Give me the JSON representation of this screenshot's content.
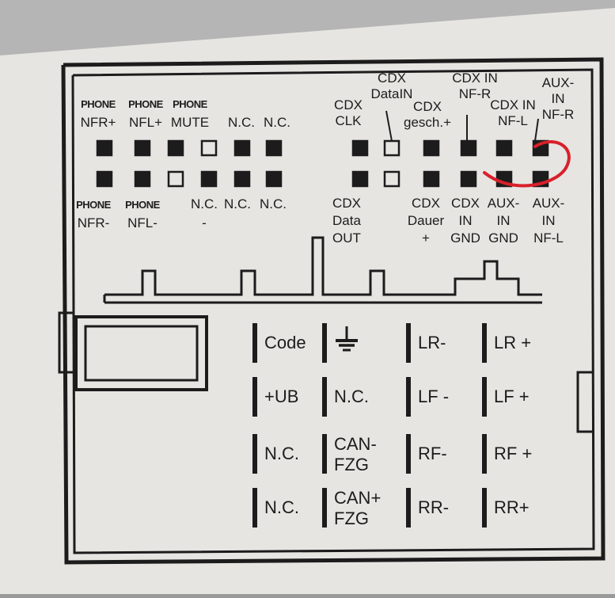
{
  "colors": {
    "paper": "#e9e8e4",
    "ink": "#1c1c1c",
    "marker": "#d9202b"
  },
  "upper_connector": {
    "top_labels": [
      {
        "line1": "PHONE",
        "line2": "NFR+"
      },
      {
        "line1": "PHONE",
        "line2": "NFL+"
      },
      {
        "line1": "PHONE",
        "line2": "MUTE"
      },
      {
        "line1": "",
        "line2": "N.C."
      },
      {
        "line1": "",
        "line2": "N.C."
      }
    ],
    "bottom_labels": [
      {
        "line1": "PHONE",
        "line2": "NFR-"
      },
      {
        "line1": "PHONE",
        "line2": "NFL-"
      },
      {
        "line1": "N.C.",
        "line2": "-"
      },
      {
        "line1": "N.C.",
        "line2": ""
      },
      {
        "line1": "N.C.",
        "line2": ""
      }
    ],
    "cdx_top": [
      {
        "lines": [
          "CDX",
          "CLK"
        ]
      },
      {
        "lines": [
          "CDX",
          "DataIN"
        ]
      },
      {
        "lines": [
          "CDX",
          "gesch.+"
        ]
      },
      {
        "lines": [
          "CDX IN",
          "NF-R"
        ]
      },
      {
        "lines": [
          "CDX IN",
          "NF-L"
        ]
      },
      {
        "lines": [
          "AUX-",
          "IN",
          "NF-R"
        ]
      }
    ],
    "cdx_bottom": [
      {
        "lines": [
          "CDX",
          "Data",
          "OUT"
        ]
      },
      {
        "lines": [
          "CDX",
          "Dauer",
          "+"
        ]
      },
      {
        "lines": [
          "CDX",
          "IN",
          "GND"
        ]
      },
      {
        "lines": [
          "AUX-",
          "IN",
          "GND"
        ]
      },
      {
        "lines": [
          "AUX-",
          "IN",
          "NF-L"
        ]
      }
    ]
  },
  "lower_connector": {
    "pins": [
      [
        "Code",
        "",
        "LR-",
        "LR +"
      ],
      [
        "+UB",
        "N.C.",
        "LF -",
        "LF +"
      ],
      [
        "N.C.",
        "CAN-\nFZG",
        "RF-",
        "RF +"
      ],
      [
        "N.C.",
        "CAN+\nFZG",
        "RR-",
        "RR+"
      ]
    ],
    "ground_symbol": "ground-icon"
  }
}
